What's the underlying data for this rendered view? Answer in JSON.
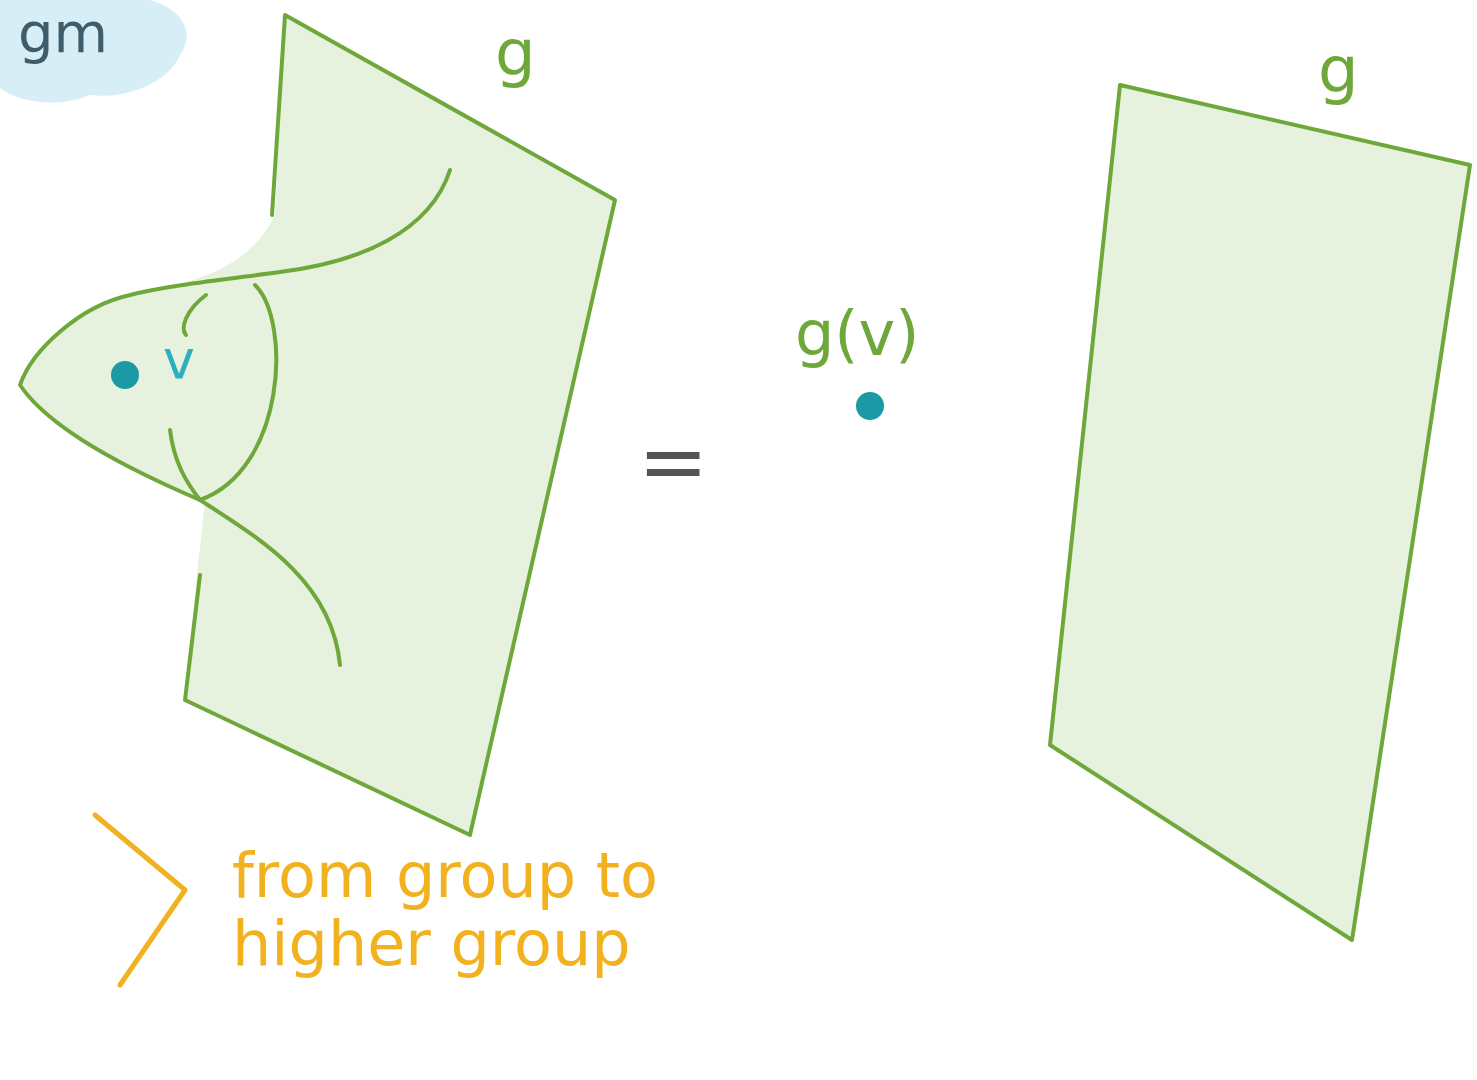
{
  "diagram": {
    "nodes": [
      {
        "text": [
          "g",
          "v"
        ]
      },
      {
        "text": [
          "g"
        ]
      }
    ],
    "labels": [
      "gm",
      "g(v)",
      "=",
      "from group to higher group"
    ]
  }
}
